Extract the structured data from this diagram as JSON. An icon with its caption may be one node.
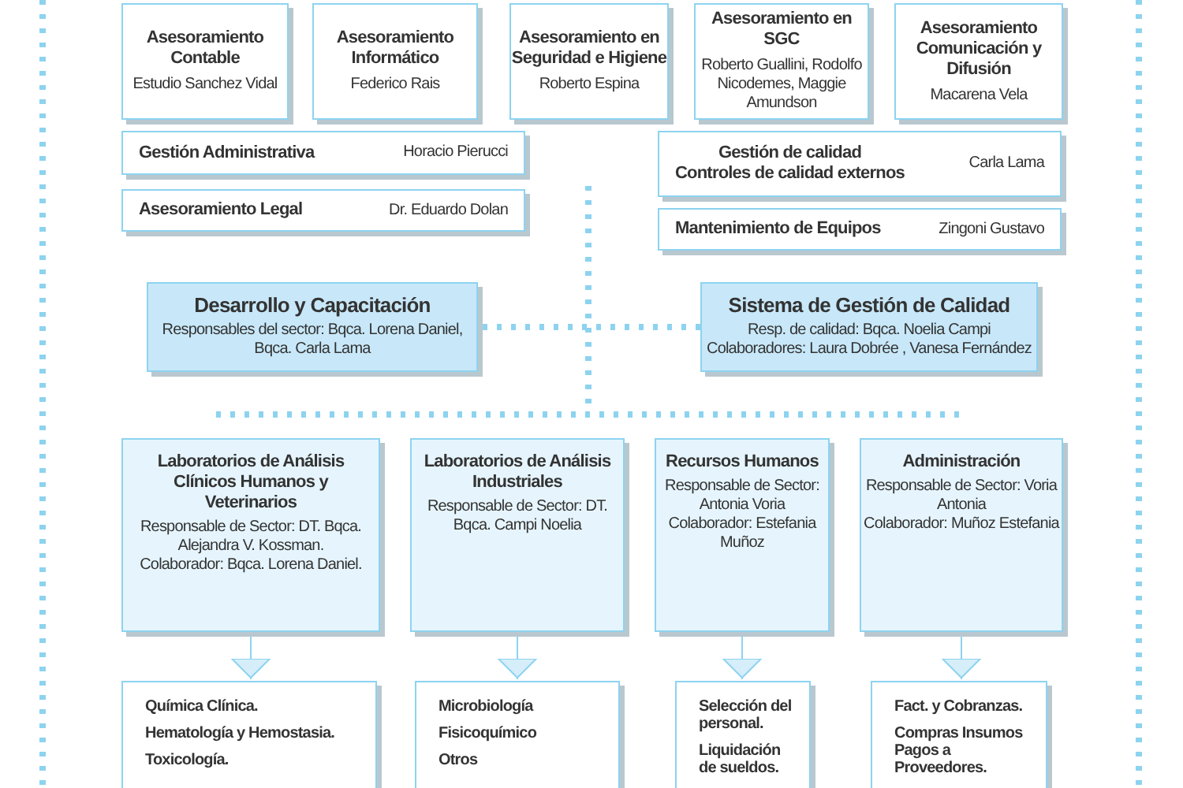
{
  "diagram": {
    "nodes": [
      {
        "text": [
          "Asesoramiento Contable",
          "Estudio Sanchez Vidal"
        ]
      },
      {
        "text": [
          "Asesoramiento Informático",
          "Federico Rais"
        ]
      },
      {
        "text": [
          "Asesoramiento en Seguridad e Higiene",
          "Roberto Espina"
        ]
      },
      {
        "text": [
          "Asesoramiento en SGC",
          "Roberto Guallini, Rodolfo Nicodemes, Maggie Amundson"
        ]
      },
      {
        "text": [
          "Asesoramiento Comunicación y Difusión",
          "Macarena Vela"
        ]
      },
      {
        "text": [
          "Gestión Administrativa",
          "Horacio Pierucci"
        ]
      },
      {
        "text": [
          "Gestión de calidad",
          "Controles de calidad externos",
          "Carla Lama"
        ]
      },
      {
        "text": [
          "Asesoramiento Legal",
          "Dr. Eduardo Dolan"
        ]
      },
      {
        "text": [
          "Mantenimiento de Equipos",
          "Zingoni Gustavo"
        ]
      },
      {
        "text": [
          "Desarrollo y Capacitación",
          "Responsables del sector: Bqca. Lorena Daniel,  Bqca. Carla Lama"
        ]
      },
      {
        "text": [
          "Sistema de Gestión de Calidad",
          "Resp. de calidad: Bqca. Noelia Campi",
          "Colaboradores: Laura Dobrée , Vanesa Fernández"
        ]
      },
      {
        "text": [
          "Laboratorios de Análisis Clínicos Humanos y Veterinarios",
          "Responsable de Sector: DT. Bqca. Alejandra V. Kossman.",
          "Colaborador: Bqca. Lorena Daniel."
        ]
      },
      {
        "text": [
          "Laboratorios de Análisis Industriales",
          "Responsable de Sector: DT. Bqca. Campi Noelia"
        ]
      },
      {
        "text": [
          "Recursos Humanos",
          "Responsable de Sector: Antonia Voria",
          "Colaborador: Estefania Muñoz"
        ]
      },
      {
        "text": [
          "Administración",
          "Responsable de Sector: Voria Antonia",
          "Colaborador: Muñoz Estefania"
        ]
      },
      {
        "text": [
          "Química Clínica.",
          "Hematología y Hemostasia.",
          "Toxicología."
        ]
      },
      {
        "text": [
          "Microbiología",
          "Fisicoquímico",
          "Otros"
        ]
      },
      {
        "text": [
          "Selección del personal.",
          "Liquidación de sueldos."
        ]
      },
      {
        "text": [
          "Fact. y Cobranzas.",
          "Compras Insumos Pagos a Proveedores."
        ]
      }
    ],
    "edges": [
      {
        "from": 9,
        "to": 10,
        "arrow": "none",
        "style": "dashed"
      },
      {
        "from": 11,
        "to": 15,
        "arrow": "to"
      },
      {
        "from": 12,
        "to": 16,
        "arrow": "to"
      },
      {
        "from": 13,
        "to": 17,
        "arrow": "to"
      },
      {
        "from": 14,
        "to": 18,
        "arrow": "to"
      }
    ]
  }
}
